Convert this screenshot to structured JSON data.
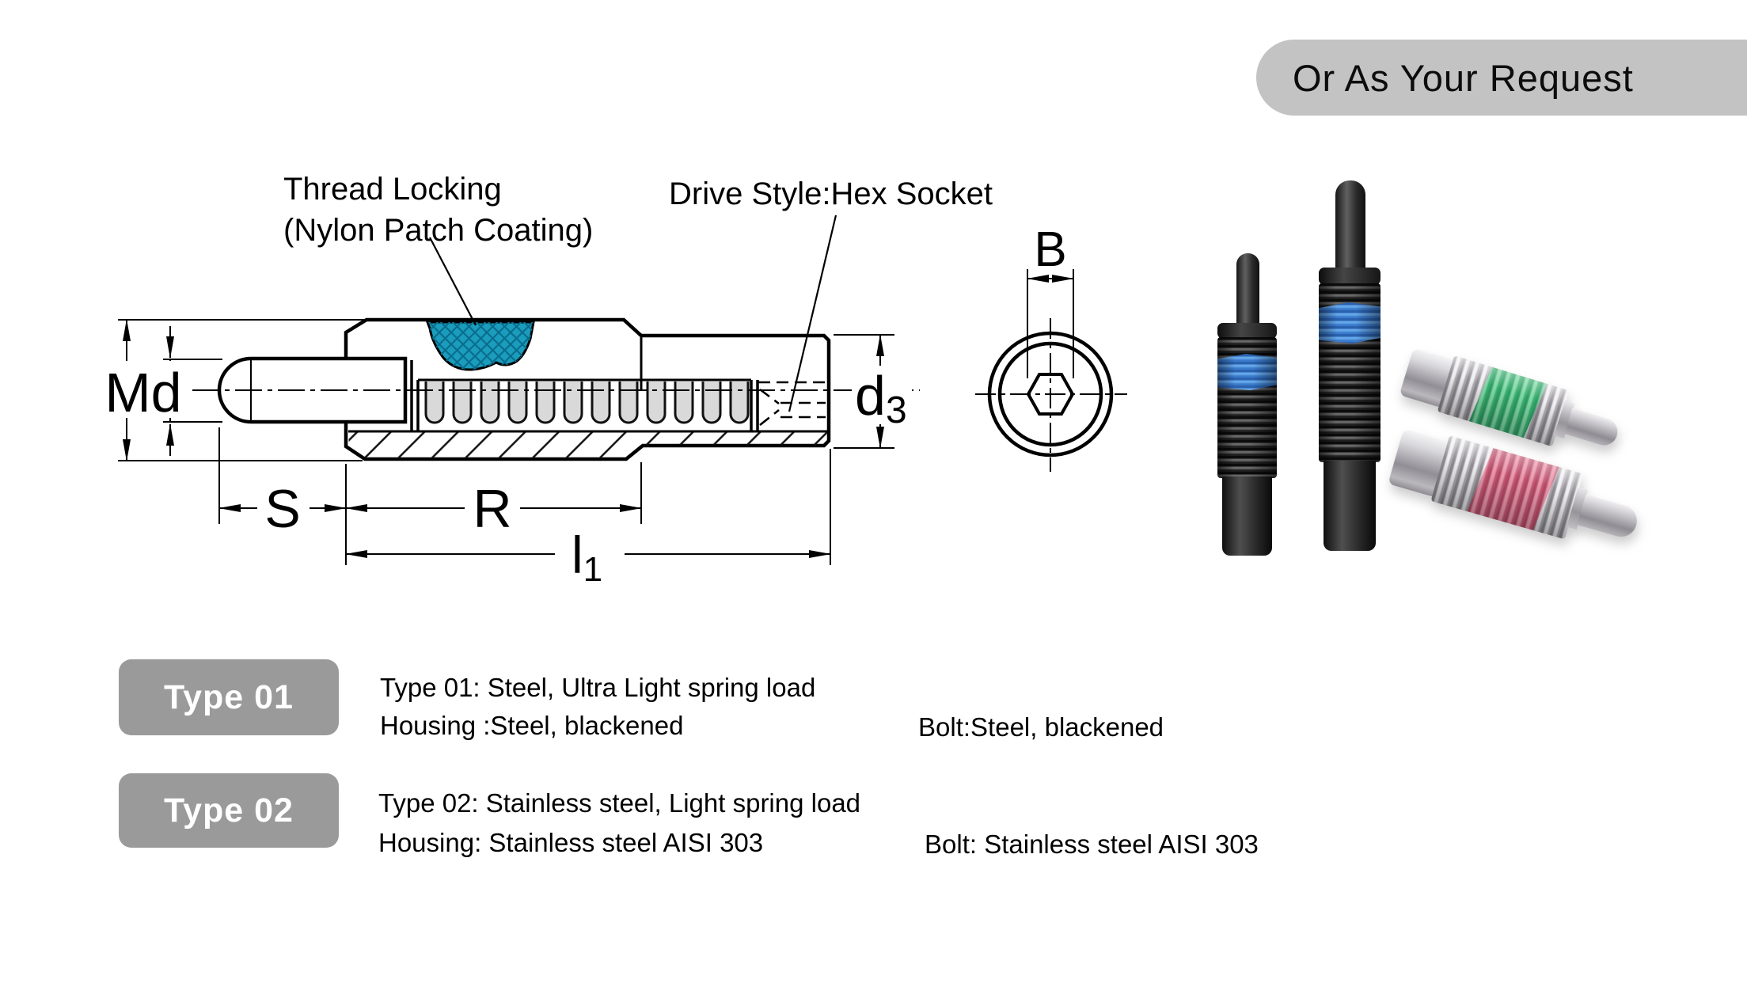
{
  "badge": {
    "label": "Or As Your Request"
  },
  "drawing": {
    "thread_locking_line1": "Thread Locking",
    "thread_locking_line2": "(Nylon Patch Coating)",
    "drive_style": "Drive Style:Hex Socket",
    "dims": {
      "md": "Md",
      "s": "S",
      "r": "R",
      "l1_main": "l",
      "l1_sub": "1",
      "d3_main": "d",
      "d3_sub": "3",
      "b": "B"
    },
    "patch_color": "#1a9cbd"
  },
  "photos": {
    "black_small": {
      "name": "steel spring plunger, short",
      "patch_color": "#4a8ad8"
    },
    "black_large": {
      "name": "steel spring plunger, long",
      "patch_color": "#4a8ad8"
    },
    "stainless_green": {
      "name": "stainless spring plunger, green patch",
      "patch_color": "#4dbd85"
    },
    "stainless_pink": {
      "name": "stainless spring plunger, pink patch",
      "patch_color": "#d06486"
    }
  },
  "types": [
    {
      "badge": "Type 01",
      "line1": "Type 01:  Steel, Ultra Light spring load",
      "housing": "Housing :Steel, blackened",
      "bolt": "Bolt:Steel, blackened"
    },
    {
      "badge": "Type 02",
      "line1": "Type 02:  Stainless steel, Light spring load",
      "housing": "Housing: Stainless steel AISI 303",
      "bolt": "Bolt: Stainless steel AISI 303"
    }
  ],
  "colors": {
    "badge_bg": "#c3c3c3",
    "type_badge_bg": "#9a9a9a",
    "patch_teal": "#1a9cbd"
  }
}
